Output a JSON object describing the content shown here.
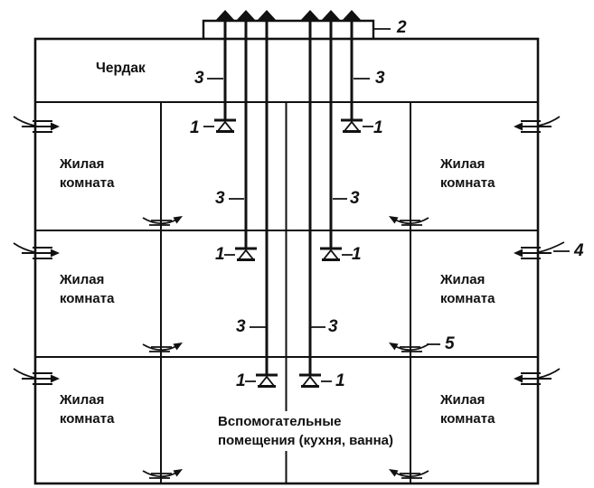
{
  "colors": {
    "line": "#111111",
    "background": "#ffffff"
  },
  "labels": {
    "attic": "Чердак",
    "living_room": [
      "Жилая",
      "комната"
    ],
    "aux_room": [
      "Вспомогательные",
      "помещения (кухня, ванна)"
    ]
  },
  "callouts": {
    "c1": "1",
    "c2": "2",
    "c3": "3",
    "c4": "4",
    "c5": "5"
  }
}
